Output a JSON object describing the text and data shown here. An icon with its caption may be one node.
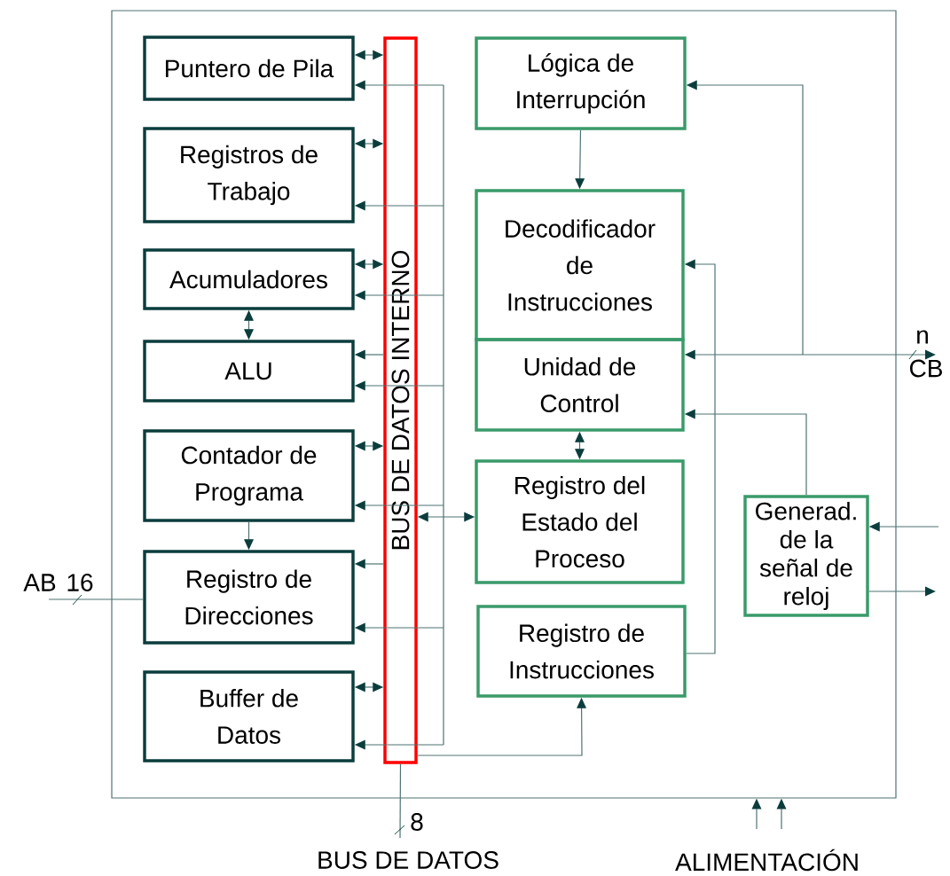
{
  "diagram": {
    "nodes": [
      {
        "text": [],
        "shape": "box"
      },
      {
        "text": [
          "Puntero de Pila"
        ],
        "in": 0
      },
      {
        "text": [
          "Registros de Trabajo"
        ],
        "in": 0
      },
      {
        "text": [
          "Acumuladores"
        ],
        "in": 0
      },
      {
        "text": [
          "ALU"
        ],
        "in": 0
      },
      {
        "text": [
          "Contador de Programa"
        ],
        "in": 0
      },
      {
        "text": [
          "Registro de Direcciones"
        ],
        "in": 0
      },
      {
        "text": [
          "Buffer de Datos"
        ],
        "in": 0
      },
      {
        "text": [
          "BUS DE DATOS INTERNO"
        ],
        "in": 0
      },
      {
        "text": [
          "Lógica de Interrupción"
        ],
        "in": 0
      },
      {
        "text": [
          "Decodificador de Instrucciones"
        ],
        "in": 0
      },
      {
        "text": [
          "Unidad de Control"
        ],
        "in": 0
      },
      {
        "text": [
          "Registro del Estado del Proceso"
        ],
        "in": 0
      },
      {
        "text": [
          "Registro de Instrucciones"
        ],
        "in": 0
      },
      {
        "text": [
          "Generad. de la señal de reloj"
        ],
        "in": 0
      },
      {
        "text": [
          "CB"
        ],
        "beside": [
          "n"
        ]
      }
    ],
    "edges": [
      {
        "from": 1,
        "to": 8,
        "arrow": "both"
      },
      {
        "from": null,
        "to": 1,
        "arrow": "to"
      },
      {
        "from": 2,
        "to": 8,
        "arrow": "both"
      },
      {
        "from": null,
        "to": 2,
        "arrow": "to"
      },
      {
        "from": 3,
        "to": 8,
        "arrow": "both"
      },
      {
        "from": null,
        "to": 3,
        "arrow": "to"
      },
      {
        "from": 3,
        "to": 4,
        "arrow": "both"
      },
      {
        "from": 8,
        "to": 4,
        "arrow": "to"
      },
      {
        "from": null,
        "to": 4,
        "arrow": "to"
      },
      {
        "from": 5,
        "to": 8,
        "arrow": "both"
      },
      {
        "from": null,
        "to": 5,
        "arrow": "to"
      },
      {
        "from": 5,
        "to": 6,
        "arrow": "to"
      },
      {
        "from": 8,
        "to": 6,
        "arrow": "to"
      },
      {
        "from": null,
        "to": 6,
        "arrow": "to"
      },
      {
        "from": 7,
        "to": 8,
        "arrow": "both"
      },
      {
        "from": null,
        "to": 7,
        "arrow": "to"
      },
      {
        "from": 8,
        "to": 12,
        "arrow": "both"
      },
      {
        "from": 8,
        "to": 13,
        "arrow": "to"
      },
      {
        "from": 9,
        "to": 10,
        "arrow": "to"
      },
      {
        "from": 11,
        "to": 12,
        "arrow": "both"
      },
      {
        "from": 13,
        "to": 10,
        "arrow": "to"
      },
      {
        "from": 11,
        "to": 15,
        "arrow": "both"
      },
      {
        "from": null,
        "to": 9,
        "arrow": "to"
      },
      {
        "from": 14,
        "to": 11,
        "arrow": "to"
      },
      {
        "from": null,
        "to": 14,
        "arrow": "to"
      },
      {
        "from": 14,
        "to": null,
        "arrow": "to"
      },
      {
        "from": null,
        "to": 6,
        "arrow": "none"
      },
      {
        "from": 8,
        "to": null,
        "arrow": "none"
      },
      {
        "from": null,
        "to": 0,
        "arrow": "to"
      },
      {
        "from": null,
        "to": 0,
        "arrow": "to"
      }
    ],
    "labels": [
      "AB",
      "16",
      "8",
      "BUS DE DATOS",
      "ALIMENTACIÓN"
    ]
  }
}
